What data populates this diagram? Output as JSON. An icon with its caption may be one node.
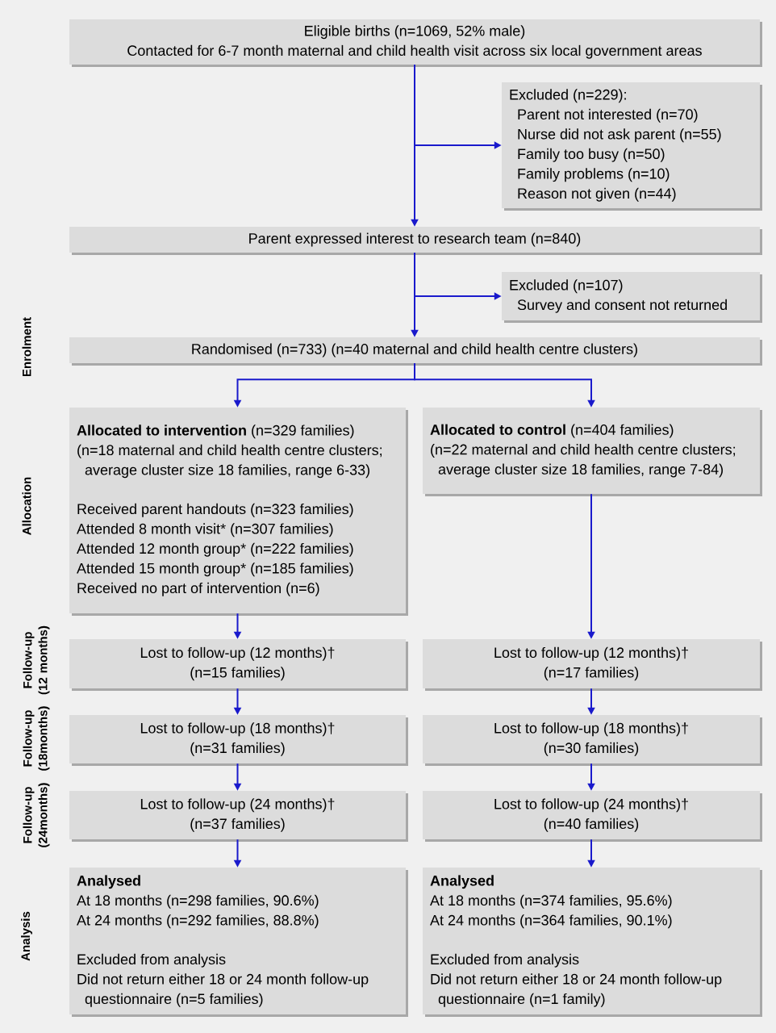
{
  "diagram": {
    "nodes": [
      {
        "text": [
          "Eligible births (n=1069, 52% male)",
          "Contacted for 6-7 month maternal and child health visit across six local government areas"
        ]
      },
      {
        "text": [
          "Excluded (n=229):",
          "Parent not interested (n=70)",
          "Nurse did not ask parent (n=55)",
          "Family too busy (n=50)",
          "Family problems (n=10)",
          "Reason not given (n=44)"
        ]
      },
      {
        "text": [
          "Parent expressed interest to research team (n=840)"
        ]
      },
      {
        "text": [
          "Excluded (n=107)",
          "Survey and consent not returned"
        ]
      },
      {
        "text": [
          "Randomised (n=733) (n=40 maternal and child health centre clusters)"
        ]
      },
      {
        "text": [
          "**Allocated to intervention** (n=329 families)",
          "(n=18 maternal and child health centre clusters; average cluster size 18 families, range 6-33)",
          "Received parent handouts (n=323 families)",
          "Attended 8 month visit* (n=307 families)",
          "Attended 12 month group* (n=222 families)",
          "Attended 15 month group* (n=185 families)",
          "Received no part of intervention (n=6)"
        ]
      },
      {
        "text": [
          "**Allocated to control** (n=404 families)",
          "(n=22 maternal and child health centre clusters; average cluster size 18 families, range 7-84)"
        ]
      },
      {
        "text": [
          "Lost to follow-up (12 months)†",
          "(n=15 families)"
        ]
      },
      {
        "text": [
          "Lost to follow-up (12 months)†",
          "(n=17 families)"
        ]
      },
      {
        "text": [
          "Lost to follow-up (18 months)†",
          "(n=31 families)"
        ]
      },
      {
        "text": [
          "Lost to follow-up (18 months)†",
          "(n=30 families)"
        ]
      },
      {
        "text": [
          "Lost to follow-up (24 months)†",
          "(n=37 families)"
        ]
      },
      {
        "text": [
          "Lost to follow-up (24 months)†",
          "(n=40 families)"
        ]
      },
      {
        "text": [
          "**Analysed**",
          "At 18 months (n=298 families, 90.6%)",
          "At 24 months (n=292 families, 88.8%)",
          "Excluded from analysis",
          "Did not return either 18 or 24 month follow-up questionnaire (n=5 families)"
        ]
      },
      {
        "text": [
          "**Analysed**",
          "At 18 months (n=374 families, 95.6%)",
          "At 24 months (n=364 families, 90.1%)",
          "Excluded from analysis",
          "Did not return either 18 or 24 month follow-up questionnaire (n=1 family)"
        ]
      }
    ],
    "edges": [
      {
        "from": 0,
        "to": 2,
        "arrow": "to"
      },
      {
        "from": 0,
        "to": 1,
        "arrow": "to"
      },
      {
        "from": 2,
        "to": 4,
        "arrow": "to"
      },
      {
        "from": 2,
        "to": 3,
        "arrow": "to"
      },
      {
        "from": 4,
        "to": 5,
        "arrow": "to"
      },
      {
        "from": 4,
        "to": 6,
        "arrow": "to"
      },
      {
        "from": 5,
        "to": 7,
        "arrow": "to"
      },
      {
        "from": 6,
        "to": 8,
        "arrow": "to"
      },
      {
        "from": 7,
        "to": 9,
        "arrow": "to"
      },
      {
        "from": 8,
        "to": 10,
        "arrow": "to"
      },
      {
        "from": 9,
        "to": 11,
        "arrow": "to"
      },
      {
        "from": 10,
        "to": 12,
        "arrow": "to"
      },
      {
        "from": 11,
        "to": 13,
        "arrow": "to"
      },
      {
        "from": 12,
        "to": 14,
        "arrow": "to"
      }
    ],
    "labels": [
      "Enrolment",
      "Allocation",
      "Follow-up (12 months)",
      "Follow-up (18months)",
      "Follow-up (24months)",
      "Analysis"
    ]
  }
}
